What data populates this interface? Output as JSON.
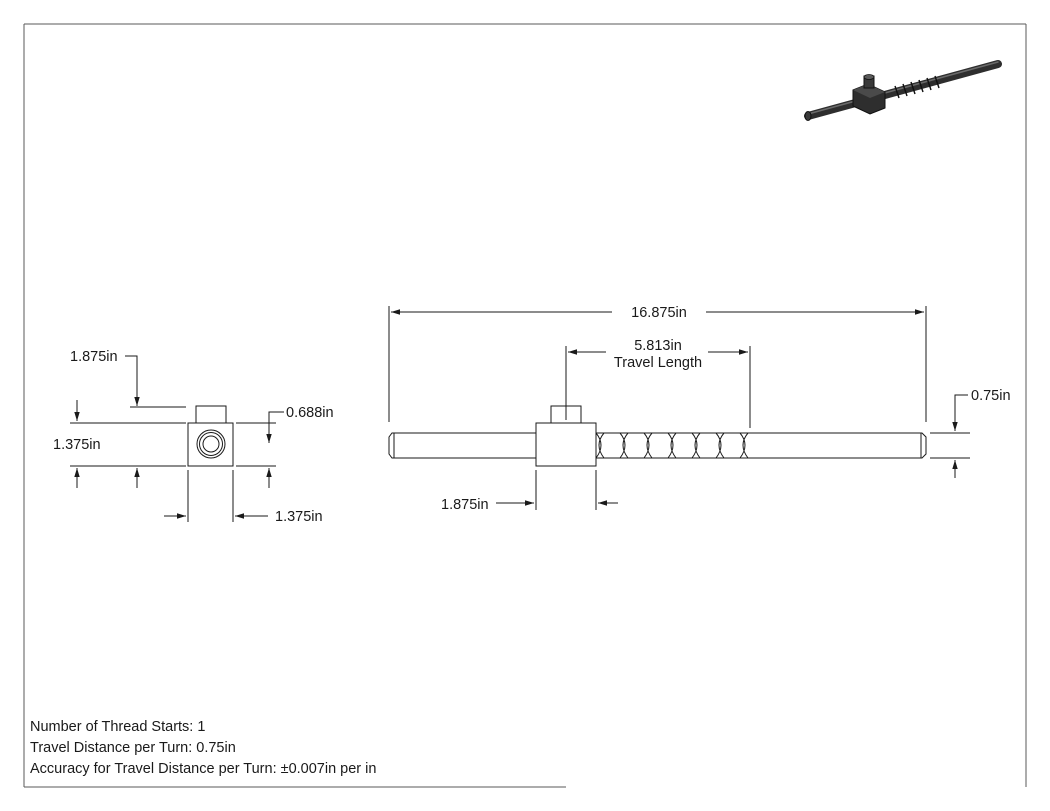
{
  "dimensions": {
    "side_block_height": "1.875in",
    "side_overall_height": "1.375in",
    "side_boss": "0.688in",
    "side_width": "1.375in",
    "overall_length": "16.875in",
    "travel_value": "5.813in",
    "travel_label": "Travel Length",
    "rod_diameter": "0.75in",
    "nut_length": "1.875in"
  },
  "notes": [
    "Number of Thread Starts: 1",
    "Travel Distance per Turn: 0.75in",
    "Accuracy for Travel Distance per Turn: ±0.007in per in"
  ],
  "colors": {
    "line": "#1a1a1a",
    "part_dark": "#2e2e2e",
    "border": "#5a5a5a"
  }
}
